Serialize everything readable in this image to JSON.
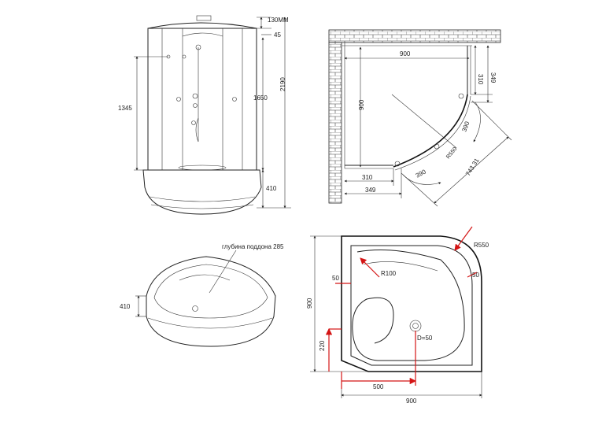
{
  "front_view": {
    "dim_top": "130MM",
    "dim_roof": "45",
    "dim_mixer_height": "1345",
    "dim_glass": "1650",
    "dim_total": "2190",
    "dim_tray": "410"
  },
  "plan_view": {
    "width_top": "900",
    "depth_left": "900",
    "door_right_310": "310",
    "door_right_349": "349",
    "door_bottom_310": "310",
    "door_bottom_349": "349",
    "diag_390_a": "390",
    "diag_390_b": "390",
    "radius_r550": "R550",
    "diagonal": "743.31"
  },
  "tray_view": {
    "depth_label": "глубина поддона 285",
    "height": "410"
  },
  "tray_plan": {
    "r550": "R550",
    "r100": "R100",
    "edge_left": "50",
    "edge_right": "50",
    "depth": "900",
    "step": "220",
    "drain": "D=50",
    "width_500": "500",
    "width_900": "900"
  },
  "colors": {
    "accent": "#d41414",
    "line": "#222222"
  }
}
